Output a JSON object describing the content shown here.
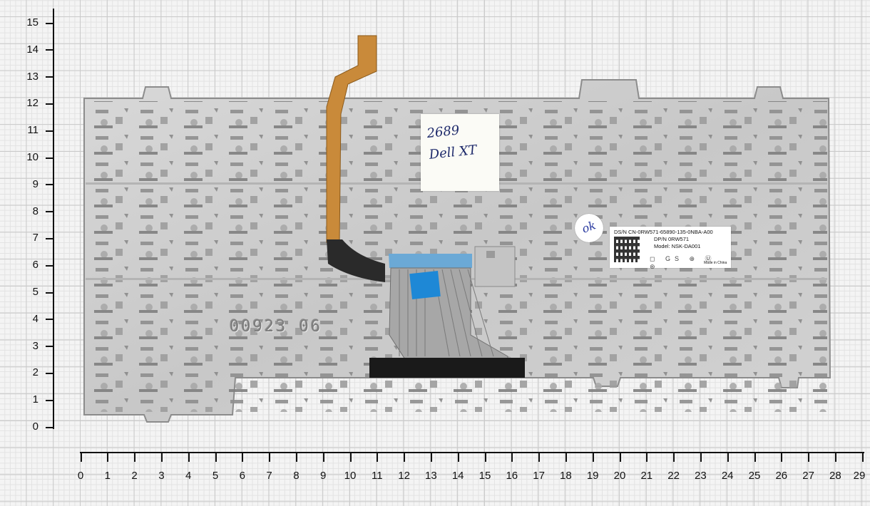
{
  "ruler": {
    "y_labels": [
      "15",
      "14",
      "13",
      "12",
      "11",
      "10",
      "9",
      "8",
      "7",
      "6",
      "5",
      "4",
      "3",
      "2",
      "1",
      "0"
    ],
    "x_labels": [
      "0",
      "1",
      "2",
      "3",
      "4",
      "5",
      "6",
      "7",
      "8",
      "9",
      "10",
      "11",
      "12",
      "13",
      "14",
      "15",
      "16",
      "17",
      "18",
      "19",
      "20",
      "21",
      "22",
      "23",
      "24",
      "25",
      "26",
      "27",
      "28",
      "29"
    ]
  },
  "handwritten_note": {
    "line1": "2689",
    "line2": "Dell XT"
  },
  "label": {
    "line1": "DS/N CN-0RW571-65890-135-0NBA-A00",
    "line2": "DP/N 0RW571",
    "line3": "Model: NSK-DA001",
    "footer": "Made in China"
  },
  "embossed_text": "00923  06",
  "circle_sticker_mark": "ok",
  "colors": {
    "plate": "#cfcfcf",
    "ribbon_orange": "#c98a3a",
    "ribbon_dark": "#2a2a2a",
    "blue_tape": "#1e88d6"
  }
}
